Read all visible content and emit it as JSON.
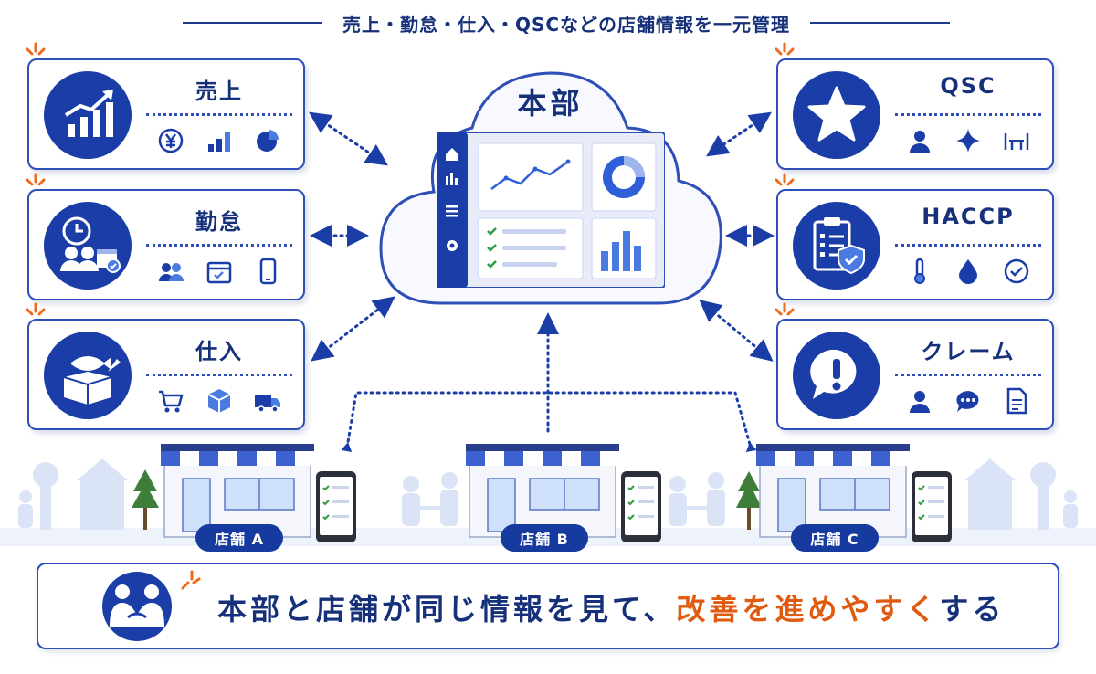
{
  "header": {
    "title": "売上・勤怠・仕入・QSCなどの店舗情報を一元管理"
  },
  "hq": {
    "title": "本部"
  },
  "cards": [
    {
      "label": "売上",
      "icon": "sales-growth-icon",
      "subicons": [
        "yen-coin-icon",
        "bar-chart-icon",
        "pie-chart-icon"
      ]
    },
    {
      "label": "勤怠",
      "icon": "attendance-clock-icon",
      "subicons": [
        "staff-icon",
        "calendar-icon",
        "smartphone-icon"
      ]
    },
    {
      "label": "仕入",
      "icon": "ingredients-box-icon",
      "subicons": [
        "cart-icon",
        "package-icon",
        "truck-icon"
      ]
    },
    {
      "label": "QSC",
      "icon": "star-icon",
      "subicons": [
        "person-icon",
        "sparkle-icon",
        "dining-table-icon"
      ]
    },
    {
      "label": "HACCP",
      "icon": "clipboard-shield-icon",
      "subicons": [
        "thermometer-icon",
        "water-drop-icon",
        "check-circle-icon"
      ]
    },
    {
      "label": "クレーム",
      "icon": "exclamation-bubble-icon",
      "subicons": [
        "person-icon",
        "chat-bubble-icon",
        "document-icon"
      ]
    }
  ],
  "stores": [
    {
      "label": "店舗 A"
    },
    {
      "label": "店舗 B"
    },
    {
      "label": "店舗 C"
    }
  ],
  "bottom": {
    "message_part1": "本部と店舗が同じ情報を見て、",
    "message_highlight": "改善を進めやすく",
    "message_part2": "する"
  },
  "colors": {
    "navy": "#16317a",
    "primary": "#1a3da8",
    "accent_orange": "#e05a10",
    "light_blue": "#4a7be0"
  }
}
